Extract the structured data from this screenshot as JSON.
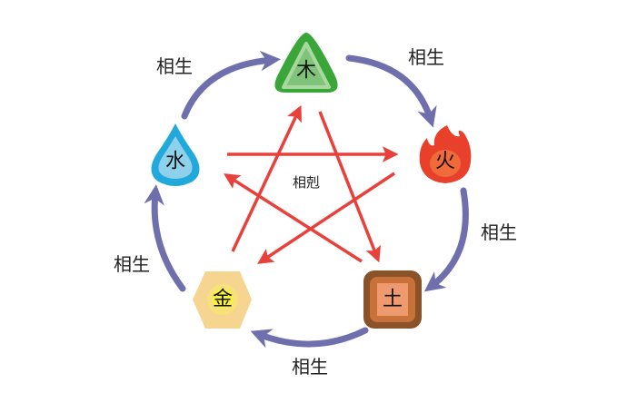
{
  "elements": {
    "wood": "木",
    "fire": "火",
    "earth": "土",
    "metal": "金",
    "water": "水"
  },
  "labels": {
    "generate_water_wood": "相生",
    "generate_wood_fire": "相生",
    "generate_fire_earth": "相生",
    "generate_earth_metal": "相生",
    "generate_metal_water": "相生",
    "overcome": "相剋"
  },
  "colors": {
    "generate_arrow": "#6f6fae",
    "overcome_arrow": "#e8403a",
    "wood": "#3aa63a",
    "fire": "#e8402a",
    "earth": "#8a5228",
    "metal": "#f5d590",
    "water": "#22a9dc"
  }
}
